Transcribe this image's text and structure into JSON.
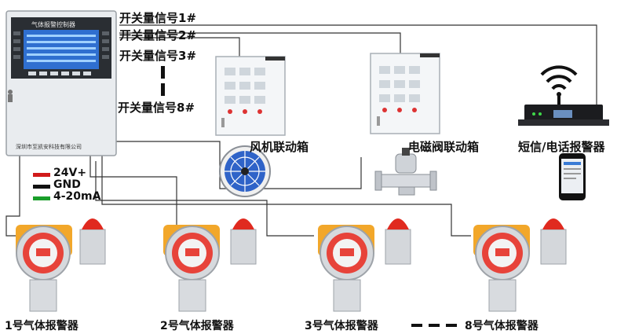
{
  "controller": {
    "screen_title": "气体报警控制器",
    "company": "深圳市至凯安科技有限公司"
  },
  "signals": {
    "s1": "开关量信号1#",
    "s2": "开关量信号2#",
    "s3": "开关量信号3#",
    "s8": "开关量信号8#"
  },
  "legend": {
    "power": "24V+",
    "ground": "GND",
    "signal": "4-20mA",
    "colors": {
      "power": "#d11a1a",
      "ground": "#111111",
      "signal": "#1a9e2a"
    }
  },
  "devices": {
    "fan": "风机联动箱",
    "valve": "电磁阀联动箱",
    "sms": "短信/电话报警器"
  },
  "detectors": {
    "d1": "1号气体报警器",
    "d2": "2号气体报警器",
    "d3": "3号气体报警器",
    "d8": "8号气体报警器"
  },
  "icons": [
    "wifi-icon",
    "fan-icon",
    "solenoid-valve-icon",
    "phone-icon",
    "alarm-light-icon",
    "key-icon"
  ]
}
